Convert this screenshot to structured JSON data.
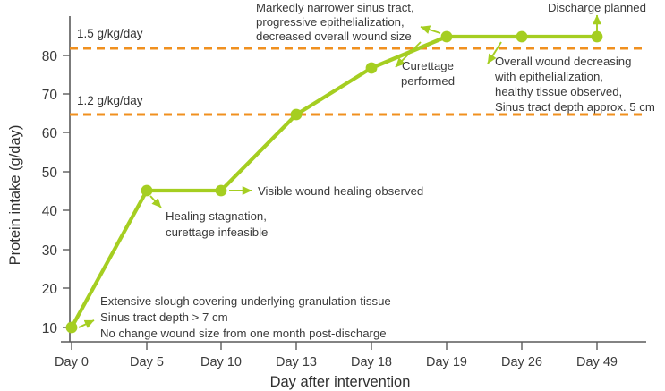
{
  "chart_data": {
    "type": "line",
    "title": "",
    "xlabel": "Day after intervention",
    "ylabel": "Protein intake (g/day)",
    "categories": [
      "Day 0",
      "Day 5",
      "Day 10",
      "Day 13",
      "Day 18",
      "Day 19",
      "Day 26",
      "Day 49"
    ],
    "values": [
      10,
      45,
      45,
      65,
      77,
      85,
      85,
      85
    ],
    "ylim": [
      5,
      88
    ],
    "yticks": [
      10,
      20,
      30,
      40,
      50,
      60,
      70,
      80
    ],
    "ytick_labels": [
      "10",
      "20",
      "30",
      "40",
      "50",
      "60",
      "70",
      "80"
    ],
    "grid": false,
    "legend": "none",
    "series_color": "#A5CE21",
    "reference_color": "#F0901F",
    "reference_lines": [
      {
        "value": 81.5,
        "label": "1.5 g/kg/day",
        "style": "dashed"
      },
      {
        "value": 65.2,
        "label": "1.2 g/kg/day",
        "style": "dashed"
      }
    ],
    "annotations": [
      {
        "id": "day0-note",
        "anchor_category": "Day 0",
        "lines": [
          "Extensive slough covering underlying granulation tissue",
          "Sinus tract depth > 7 cm",
          "No change wound size from one month post-discharge"
        ]
      },
      {
        "id": "day5-note",
        "anchor_category": "Day 5",
        "lines": [
          "Healing stagnation,",
          "curettage infeasible"
        ]
      },
      {
        "id": "day10-note",
        "anchor_category": "Day 10",
        "lines": [
          "Visible wound healing observed"
        ]
      },
      {
        "id": "day19-note",
        "anchor_category": "Day 19",
        "lines": [
          "Markedly narrower sinus tract,",
          "progressive epithelialization,",
          "decreased overall wound size"
        ]
      },
      {
        "id": "curettage-note",
        "anchor_category": "Day 19",
        "lines": [
          "Curettage",
          "performed"
        ]
      },
      {
        "id": "day26-note",
        "anchor_category": "Day 26",
        "lines": [
          "Overall wound decreasing",
          "with epithelialization,",
          "healthy tissue observed,",
          "Sinus tract depth approx. 5 cm"
        ]
      },
      {
        "id": "day49-note",
        "anchor_category": "Day 49",
        "lines": [
          "Discharge planned"
        ]
      }
    ]
  },
  "axes": {
    "y_title": "Protein intake (g/day)",
    "x_title": "Day after intervention",
    "y_ticks": [
      "10",
      "20",
      "30",
      "40",
      "50",
      "60",
      "70",
      "80"
    ],
    "x_ticks": [
      "Day 0",
      "Day 5",
      "Day 10",
      "Day 13",
      "Day 18",
      "Day 19",
      "Day 26",
      "Day 49"
    ]
  },
  "reference": {
    "upper_label": "1.5 g/kg/day",
    "lower_label": "1.2 g/kg/day"
  },
  "annotations": {
    "day0_line1": "Extensive slough covering underlying granulation tissue",
    "day0_line2": "Sinus tract depth > 7 cm",
    "day0_line3": "No change wound size from one month post-discharge",
    "day5_line1": "Healing stagnation,",
    "day5_line2": "curettage infeasible",
    "day10_line1": "Visible wound healing observed",
    "day19_line1": "Markedly narrower sinus tract,",
    "day19_line2": "progressive epithelialization,",
    "day19_line3": "decreased overall wound size",
    "curettage_line1": "Curettage",
    "curettage_line2": "performed",
    "day26_line1": "Overall wound decreasing",
    "day26_line2": "with epithelialization,",
    "day26_line3": "healthy tissue observed,",
    "day26_line4": "Sinus tract depth approx. 5 cm",
    "day49_line1": "Discharge planned"
  },
  "colors": {
    "series": "#A5CE21",
    "reference": "#F0901F",
    "axis": "#5a5a5a",
    "text": "#3a3a3a",
    "background": "#ffffff"
  }
}
